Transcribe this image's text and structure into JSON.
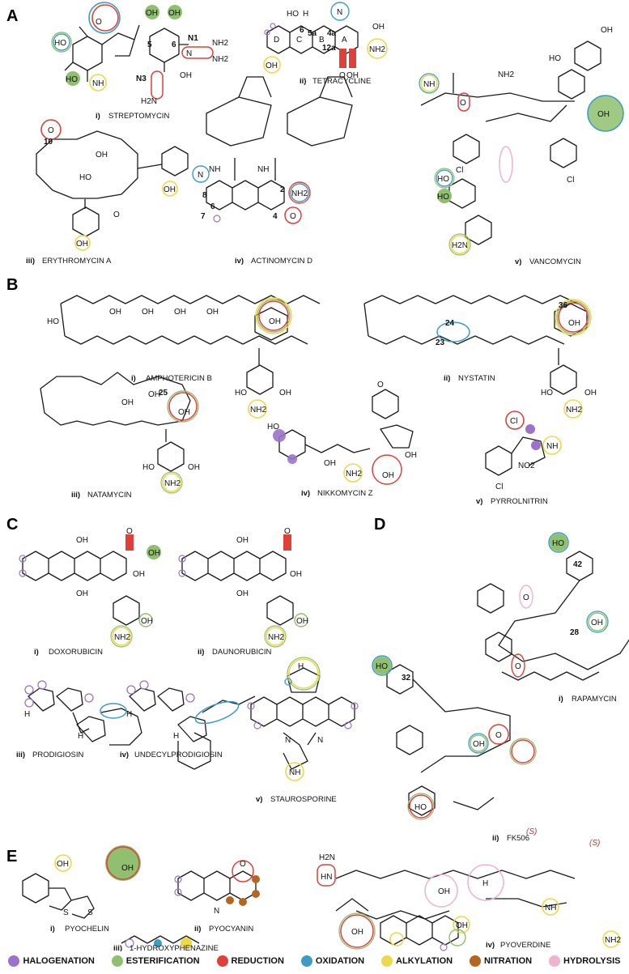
{
  "panels": {
    "A": {
      "letter": "A",
      "items": [
        {
          "num": "i)",
          "name": "STREPTOMYCIN"
        },
        {
          "num": "ii)",
          "name": "TETRACYCLINE"
        },
        {
          "num": "iii)",
          "name": "ERYTHROMYCIN A"
        },
        {
          "num": "iv)",
          "name": "ACTINOMYCIN D"
        },
        {
          "num": "v)",
          "name": "VANCOMYCIN"
        }
      ],
      "atom_labels": {
        "n1": "N1",
        "n3": "N3",
        "c5": "5",
        "c6": "6",
        "ring_d": "D",
        "ring_c": "C",
        "ring_b": "B",
        "ring_a": "A",
        "c5a": "5a",
        "c4a": "4a",
        "c12a": "12a",
        "c6t": "6",
        "c10": "10",
        "c2": "2",
        "c4": "4",
        "c6a": "6",
        "c7": "7",
        "c8": "8"
      }
    },
    "B": {
      "letter": "B",
      "items": [
        {
          "num": "i)",
          "name": "AMPHOTERICIN B"
        },
        {
          "num": "ii)",
          "name": "NYSTATIN"
        },
        {
          "num": "iii)",
          "name": "NATAMYCIN"
        },
        {
          "num": "iv)",
          "name": "NIKKOMYCIN Z"
        },
        {
          "num": "v)",
          "name": "PYRROLNITRIN"
        }
      ],
      "atom_labels": {
        "c36": "36",
        "c24": "24",
        "c23": "23",
        "c25": "25"
      }
    },
    "C": {
      "letter": "C",
      "items": [
        {
          "num": "i)",
          "name": "DOXORUBICIN"
        },
        {
          "num": "ii)",
          "name": "DAUNORUBICIN"
        },
        {
          "num": "iii)",
          "name": "PRODIGIOSIN"
        },
        {
          "num": "iv)",
          "name": "UNDECYLPRODIGIOSIN"
        },
        {
          "num": "v)",
          "name": "STAUROSPORINE"
        }
      ]
    },
    "D": {
      "letter": "D",
      "items": [
        {
          "num": "i)",
          "name": "RAPAMYCIN"
        },
        {
          "num": "ii)",
          "name": "FK506"
        }
      ],
      "atom_labels": {
        "c42": "42",
        "c28": "28",
        "c32": "32"
      }
    },
    "E": {
      "letter": "E",
      "items": [
        {
          "num": "i)",
          "name": "PYOCHELIN"
        },
        {
          "num": "ii)",
          "name": "PYOCYANIN"
        },
        {
          "num": "iii)",
          "name": "1-HYDROXYPHENAZINE"
        },
        {
          "num": "iv)",
          "name": "PYOVERDINE"
        }
      ],
      "stereo": {
        "s1": "(S)",
        "s2": "(S)"
      }
    }
  },
  "legend": [
    {
      "label": "HALOGENATION",
      "color": "#9b72c9"
    },
    {
      "label": "ESTERIFICATION",
      "color": "#8fbf6f"
    },
    {
      "label": "REDUCTION",
      "color": "#e0403a"
    },
    {
      "label": "OXIDATION",
      "color": "#3d9cc4"
    },
    {
      "label": "ALKYLATION",
      "color": "#ecd84a"
    },
    {
      "label": "NITRATION",
      "color": "#b4651f"
    },
    {
      "label": "HYDROLYSIS",
      "color": "#eeb3cf"
    }
  ],
  "groups": {
    "oh": "OH",
    "ho": "HO",
    "nh": "NH",
    "nh2": "NH2",
    "h2n": "H2N",
    "n": "N",
    "o": "O",
    "h": "H",
    "cl": "Cl",
    "no2": "NO2",
    "s": "S"
  }
}
